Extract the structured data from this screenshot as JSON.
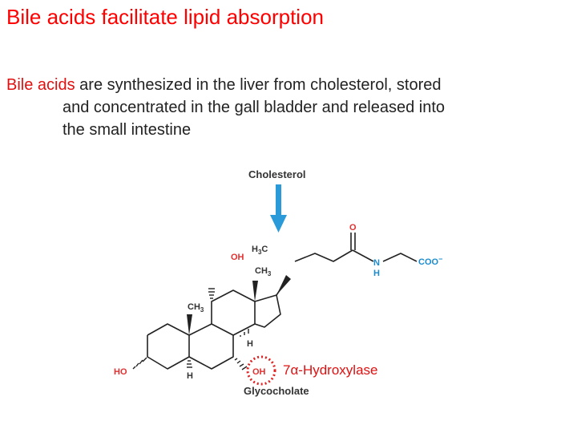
{
  "slide": {
    "title": "Bile acids facilitate lipid absorption",
    "body": {
      "highlight": "Bile acids",
      "line1_rest": " are synthesized in the liver from cholesterol, stored",
      "line2": "and concentrated in the gall bladder and released into",
      "line3": "the small intestine"
    }
  },
  "diagram": {
    "top_label": "Cholesterol",
    "bottom_label": "Glycocholate",
    "enzyme": "7α-Hydroxylase",
    "groups": {
      "oh_top": "OH",
      "oh_bottom": "OH",
      "ho": "HO",
      "h_left": "H",
      "h_right": "H",
      "o": "O",
      "coo": "COO",
      "coo_charge": "−",
      "n": "N",
      "nh_h": "H"
    },
    "methyls": [
      "CH3",
      "CH3",
      "H3C"
    ]
  },
  "colors": {
    "title": "#ff0000",
    "highlight": "#e01010",
    "hetero": "#e03030",
    "amide": "#1a8ccf",
    "arrow": "#2a9ad8",
    "bond": "#222222",
    "circle": "#e02020"
  }
}
